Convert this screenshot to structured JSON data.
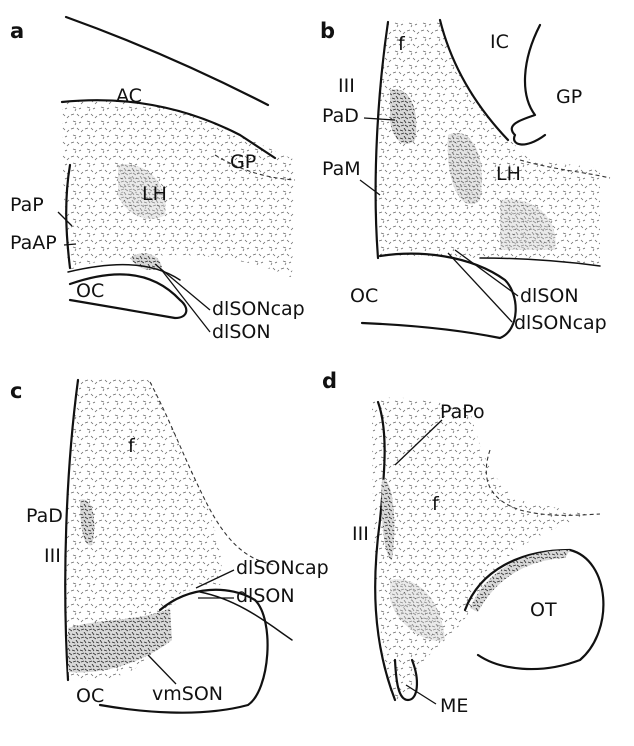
{
  "figure": {
    "panels": [
      {
        "letter": "a",
        "labels": [
          "AC",
          "GP",
          "LH",
          "PaP",
          "PaAP",
          "OC",
          "dlSONcap",
          "dlSON"
        ]
      },
      {
        "letter": "b",
        "labels": [
          "f",
          "IC",
          "III",
          "GP",
          "PaD",
          "PaM",
          "LH",
          "OC",
          "dlSON",
          "dlSONcap"
        ]
      },
      {
        "letter": "c",
        "labels": [
          "f",
          "PaD",
          "III",
          "dlSONcap",
          "dlSON",
          "OC",
          "vmSON"
        ]
      },
      {
        "letter": "d",
        "labels": [
          "PaPo",
          "f",
          "III",
          "OT",
          "ME"
        ]
      }
    ]
  }
}
